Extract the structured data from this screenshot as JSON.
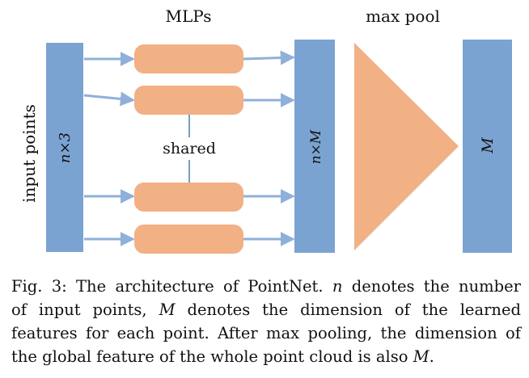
{
  "diagram": {
    "title_mlps": "MLPs",
    "title_maxpool": "max pool",
    "input_points_label": "input points",
    "input_box_label": "n×3",
    "middle_box_label": "n×M",
    "shared_label": "shared",
    "output_box_label": "M",
    "colors": {
      "blue_box": "#7ba3d1",
      "orange": "#f2b085",
      "arrow": "#8fb0da",
      "shared_line": "#4a7fa8"
    },
    "mlp_count": 4
  },
  "caption": {
    "fig_label": "Fig. 3:",
    "text_1": "The architecture of PointNet.",
    "var_n": "n",
    "text_2": "denotes the number",
    "text_3": "of input points,",
    "var_M": "M",
    "text_4": "denotes the dimension of the learned",
    "text_5": "features for each point. After max pooling, the dimension of",
    "text_6": "the global feature of the whole point cloud is also",
    "var_M2": "M",
    "text_7": "."
  }
}
